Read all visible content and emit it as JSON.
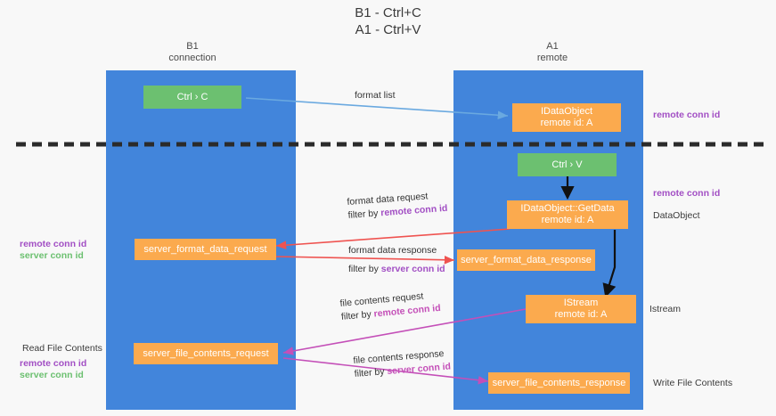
{
  "title": "B1 - Ctrl+C\nA1 - Ctrl+V",
  "columns": {
    "left": {
      "name": "B1",
      "role": "connection",
      "text": "B1\nconnection"
    },
    "right": {
      "name": "A1",
      "role": "remote",
      "text": "A1\nremote"
    }
  },
  "nodes": {
    "ctrl_c": {
      "label": "Ctrl › C"
    },
    "idataobject": {
      "label": "IDataObject\nremote id: A"
    },
    "ctrl_v": {
      "label": "Ctrl › V"
    },
    "idataobject_getdata": {
      "label": "IDataObject::GetData\nremote id: A"
    },
    "server_format_request": {
      "label": "server_format_data_request"
    },
    "server_format_response": {
      "label": "server_format_data_response"
    },
    "istream": {
      "label": "IStream\nremote id: A"
    },
    "server_file_request": {
      "label": "server_file_contents_request"
    },
    "server_file_response": {
      "label": "server_file_contents_response"
    }
  },
  "edges": {
    "format_list": {
      "line1": "format list",
      "line2": ""
    },
    "format_data_request": {
      "line1": "format data request",
      "filter_prefix": "filter by ",
      "filter_key": "remote conn id"
    },
    "format_data_response": {
      "line1": "format data response",
      "filter_prefix": "filter by ",
      "filter_key": "server conn id"
    },
    "file_contents_request": {
      "line1": "file contents request",
      "filter_prefix": "filter by ",
      "filter_key": "remote conn id"
    },
    "file_contents_response": {
      "line1": "file contents response",
      "filter_prefix": "filter by ",
      "filter_key": "server conn id"
    }
  },
  "annotations": {
    "right_remote_conn_top": "remote conn id",
    "right_remote_conn_mid": "remote conn id",
    "right_dataobject": "DataObject",
    "right_istream": "Istream",
    "right_write_file": "Write File Contents",
    "left_conn_ids": {
      "remote": "remote conn id",
      "server": "server conn id"
    },
    "left_read_file": "Read File Contents",
    "left_conn_ids_bottom": {
      "remote": "remote conn id",
      "server": "server conn id"
    }
  },
  "colors": {
    "lane": "#4285db",
    "green_node": "#6cc070",
    "orange_node": "#fbaa4e",
    "purple_text": "#a24fc4",
    "pink_arrow": "#c44fb8",
    "red_arrow": "#ef5350",
    "blue_arrow": "#6aa9e0",
    "divider": "#2b2b2b",
    "background": "#f8f8f8"
  }
}
